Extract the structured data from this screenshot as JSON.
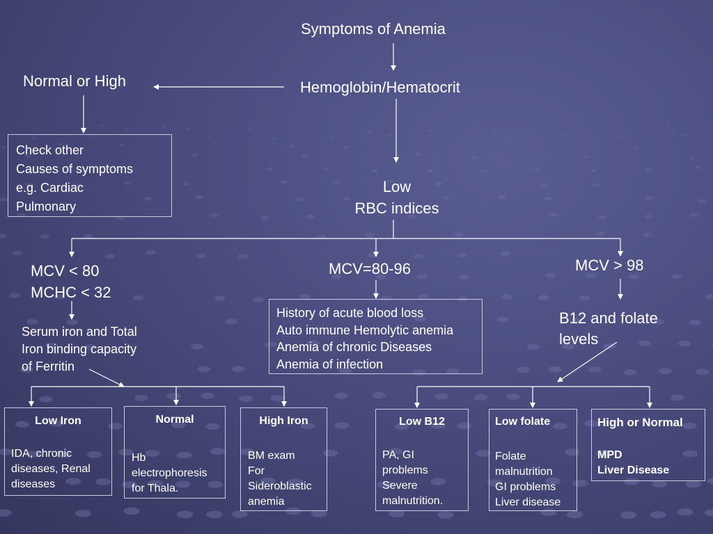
{
  "nodes": {
    "symptoms": "Symptoms of Anemia",
    "hemoglobin": "Hemoglobin/Hematocrit",
    "normal_high": "Normal or High",
    "check_other": [
      "Check other",
      "Causes of symptoms",
      "e.g. Cardiac",
      "Pulmonary"
    ],
    "low_rbc": [
      "Low",
      "RBC indices"
    ],
    "mcv_low": [
      "MCV < 80",
      "MCHC < 32"
    ],
    "mcv_normal": "MCV=80-96",
    "mcv_high": "MCV > 98",
    "history": [
      "History of acute blood loss",
      "Auto immune Hemolytic anemia",
      "Anemia of chronic Diseases",
      "Anemia of infection"
    ],
    "serum_iron": [
      "Serum iron and Total",
      "Iron binding capacity",
      "of Ferritin"
    ],
    "b12_folate": [
      "B12 and folate",
      "levels"
    ]
  },
  "boxes": {
    "low_iron": {
      "title": "Low Iron",
      "lines": [
        "IDA, chronic",
        "diseases, Renal",
        "diseases"
      ]
    },
    "normal": {
      "title": "Normal",
      "lines": [
        "Hb",
        "electrophoresis",
        "for Thala."
      ]
    },
    "high_iron": {
      "title": "High Iron",
      "lines": [
        "BM exam",
        "For",
        "Sideroblastic",
        "anemia"
      ]
    },
    "low_b12": {
      "title": "Low B12",
      "lines": [
        "PA, GI",
        "problems",
        "Severe",
        "malnutrition."
      ]
    },
    "low_folate": {
      "title": "Low folate",
      "lines": [
        "Folate",
        "malnutrition",
        "GI problems",
        "Liver disease"
      ]
    },
    "high_normal": {
      "title": "High or Normal",
      "lines": [
        "MPD",
        "Liver Disease"
      ]
    }
  },
  "colors": {
    "background": "#4a4c7e",
    "text": "#ffffff",
    "line": "#ffffff"
  }
}
